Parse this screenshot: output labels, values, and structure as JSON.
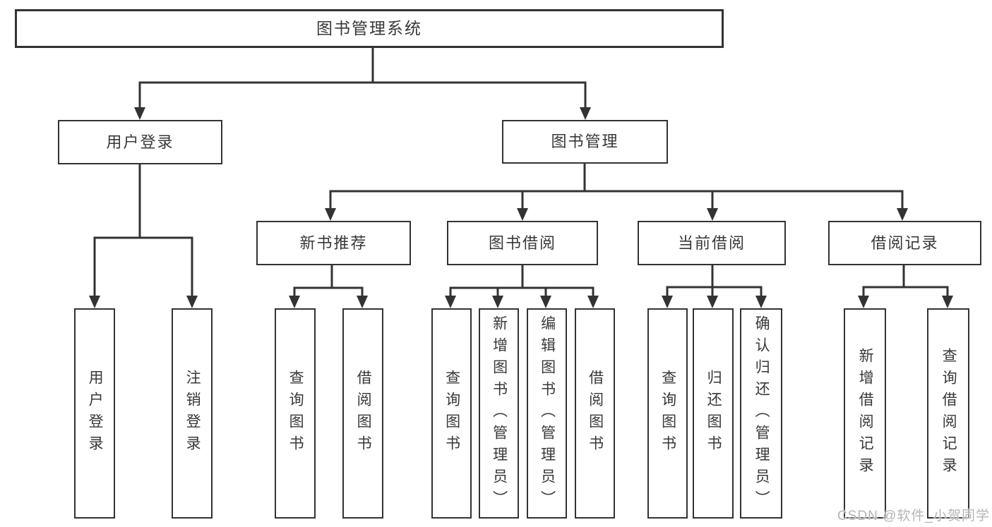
{
  "diagram_title": "图书管理系统",
  "nodes": {
    "root": {
      "label": "图书管理系统"
    },
    "user_login": {
      "label": "用户登录"
    },
    "book_mgmt": {
      "label": "图书管理"
    },
    "new_book_rec": {
      "label": "新书推荐"
    },
    "book_borrow": {
      "label": "图书借阅"
    },
    "current_borrow": {
      "label": "当前借阅"
    },
    "borrow_record": {
      "label": "借阅记录"
    },
    "leaf_user_login": {
      "label": "用户登录"
    },
    "leaf_logout": {
      "label": "注销登录"
    },
    "leaf_query_book_1": {
      "label": "查询图书"
    },
    "leaf_borrow_book_1": {
      "label": "借阅图书"
    },
    "leaf_query_book_2": {
      "label": "查询图书"
    },
    "leaf_add_book": {
      "label": "新增图书（管理员）"
    },
    "leaf_edit_book": {
      "label": "编辑图书（管理员）"
    },
    "leaf_borrow_book_2": {
      "label": "借阅图书"
    },
    "leaf_query_book_3": {
      "label": "查询图书"
    },
    "leaf_return_book": {
      "label": "归还图书"
    },
    "leaf_confirm_return": {
      "label": "确认归还（管理员）"
    },
    "leaf_add_record": {
      "label": "新增借阅记录"
    },
    "leaf_query_record": {
      "label": "查询借阅记录"
    }
  },
  "hierarchy": {
    "图书管理系统": {
      "用户登录": [
        "用户登录",
        "注销登录"
      ],
      "图书管理": {
        "新书推荐": [
          "查询图书",
          "借阅图书"
        ],
        "图书借阅": [
          "查询图书",
          "新增图书（管理员）",
          "编辑图书（管理员）",
          "借阅图书"
        ],
        "当前借阅": [
          "查询图书",
          "归还图书",
          "确认归还（管理员）"
        ],
        "借阅记录": [
          "新增借阅记录",
          "查询借阅记录"
        ]
      }
    }
  },
  "watermark": "CSDN @软件_小贺同学",
  "colors": {
    "line": "#333333",
    "box_border": "#333333",
    "box_fill": "#ffffff",
    "text": "#383838",
    "watermark": "#b5b5b5",
    "background": "#ffffff"
  }
}
